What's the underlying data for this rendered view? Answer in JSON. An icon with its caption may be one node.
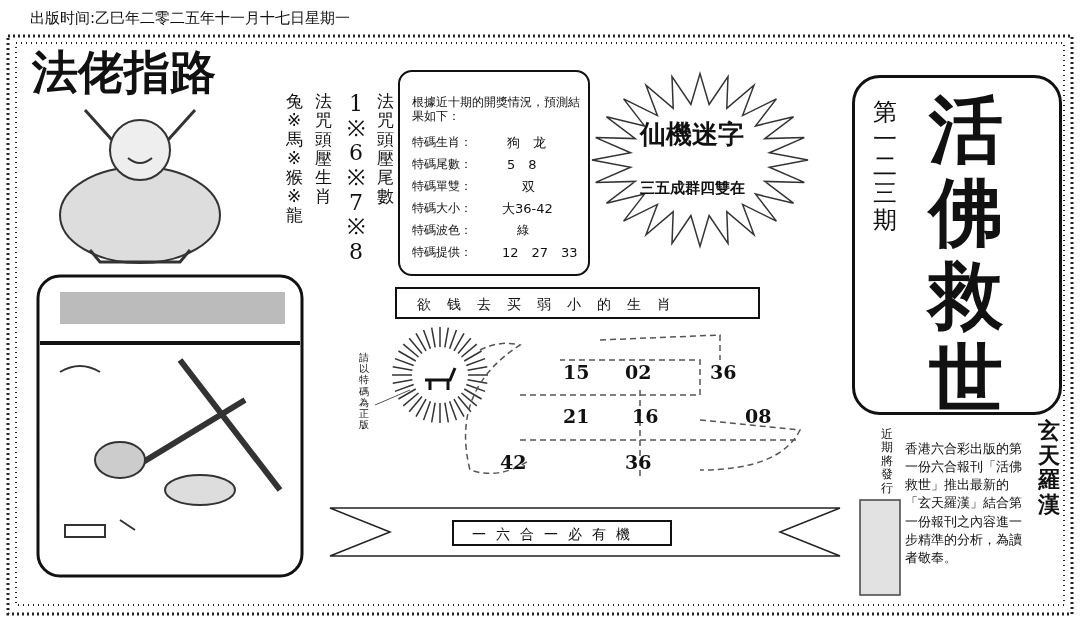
{
  "diagram": {
    "title": "法佬指路",
    "nodes": [
      {
        "text": [
          "根據近十期的開獎情況，預測結果如下：",
          "特碼生肖：",
          "狗　龙",
          "特碼尾數：",
          "5　8",
          "特碼單雙：",
          "双",
          "特碼大小：",
          "大36-42",
          "特碼波色：",
          "綠",
          "特碼提供：",
          "12　27　33"
        ]
      },
      {
        "text": [
          "仙機迷字",
          "三五成群四雙在"
        ]
      },
      {
        "text": [
          "第一二三期",
          "活佛救世"
        ]
      },
      {
        "text": [
          "欲钱去买弱小的生肖"
        ]
      },
      {
        "text": [
          "一六合一必有機"
        ]
      }
    ],
    "labels": [
      "出版时间:乙巳年二零二五年十一月十七日星期一",
      "法咒頭壓尾數",
      "1※6※7※8",
      "法咒頭壓生肖",
      "兔※馬※猴※龍",
      "請以特碼為正版",
      "15",
      "02",
      "36",
      "21",
      "16",
      "08",
      "42",
      "36",
      "玄天羅漢",
      "香港六合彩出版的第一份六合報刊「活佛救世」推出最新的「玄天羅漢」結合第一份報刊之內容進一步精準的分析，為讀者敬奉。",
      "近期將發行"
    ]
  }
}
